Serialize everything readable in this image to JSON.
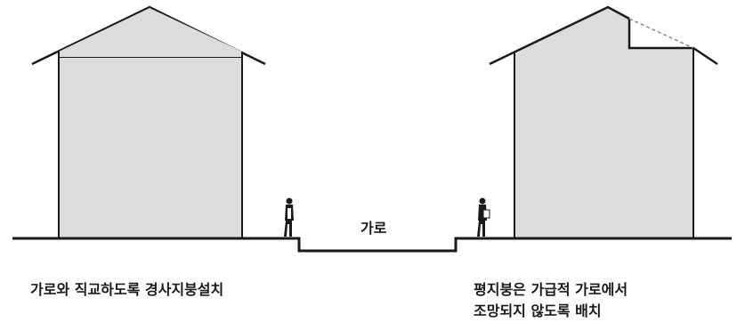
{
  "diagram": {
    "street_label": "가로",
    "caption_left": "가로와 직교하도록 경사지붕설치",
    "caption_right_line1": "평지붕은 가급적 가로에서",
    "caption_right_line2": "조망되지 않도록 배치"
  },
  "colors": {
    "building_fill": "#dcdcdc",
    "stroke": "#1a1a1a",
    "hidden_roof": "#888888"
  }
}
